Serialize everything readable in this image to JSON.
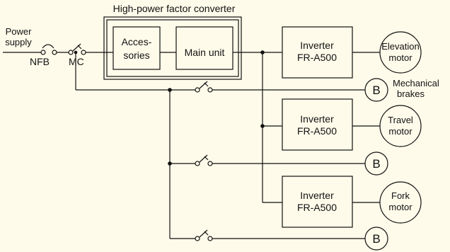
{
  "title": "High-power factor converter",
  "power_supply": [
    "Power",
    "supply"
  ],
  "nfb": "NFB",
  "mc": "MC",
  "accessories": [
    "Acces-",
    "sories"
  ],
  "main_unit": "Main unit",
  "inverters": [
    [
      "Inverter",
      "FR-A500"
    ],
    [
      "Inverter",
      "FR-A500"
    ],
    [
      "Inverter",
      "FR-A500"
    ]
  ],
  "motors": [
    [
      "Elevation",
      "motor"
    ],
    [
      "Travel",
      "motor"
    ],
    [
      "Fork",
      "motor"
    ]
  ],
  "brake_symbol": "B",
  "brakes_label": [
    "Mechanical",
    "brakes"
  ],
  "colors": {
    "background": "#fffbea",
    "line": "#111111"
  }
}
